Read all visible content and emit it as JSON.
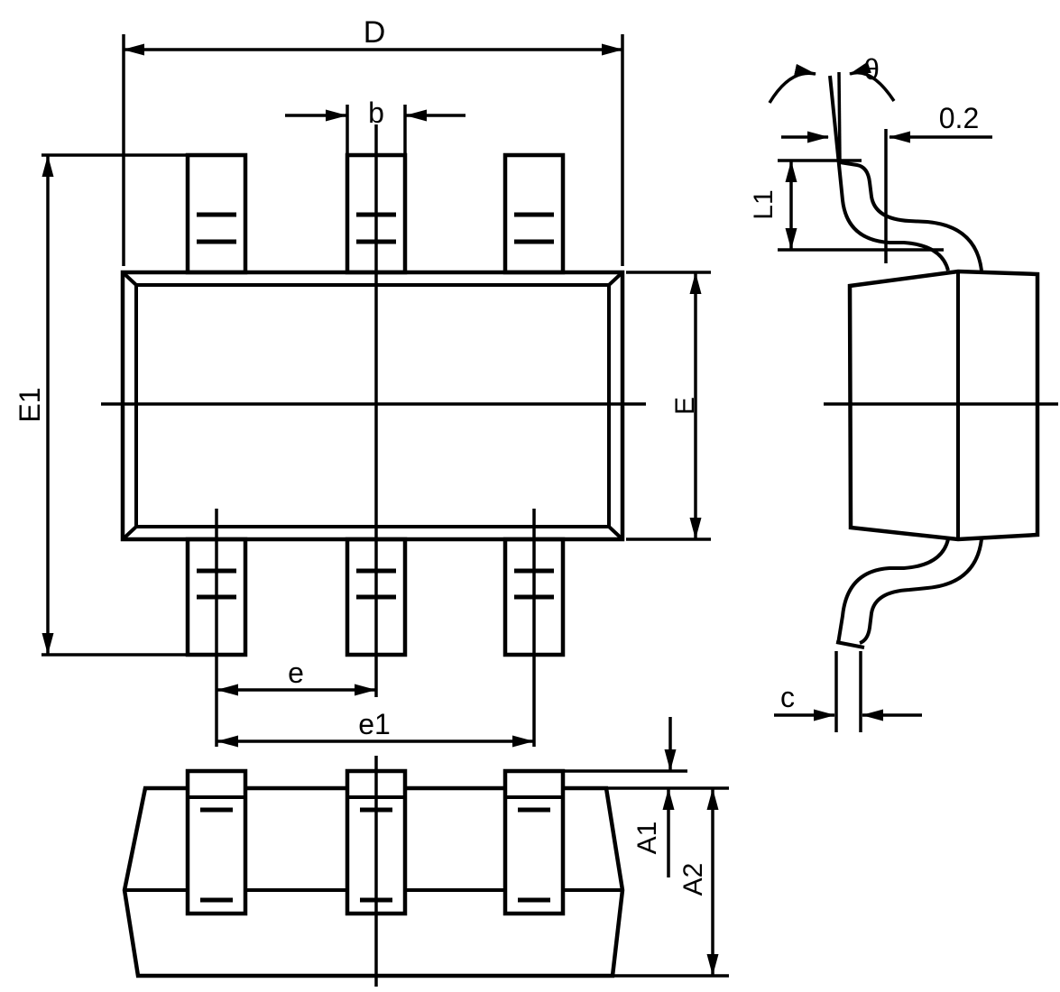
{
  "drawing": {
    "type": "ic-package-outline-drawing",
    "colors": {
      "line": "#000000",
      "background": "#ffffff"
    }
  },
  "dims": {
    "D": "D",
    "b": "b",
    "E1": "E1",
    "E": "E",
    "e": "e",
    "e1": "e1",
    "theta": "θ",
    "offset_02": "0.2",
    "L1": "L1",
    "c": "c",
    "A1": "A1",
    "A2": "A2"
  }
}
